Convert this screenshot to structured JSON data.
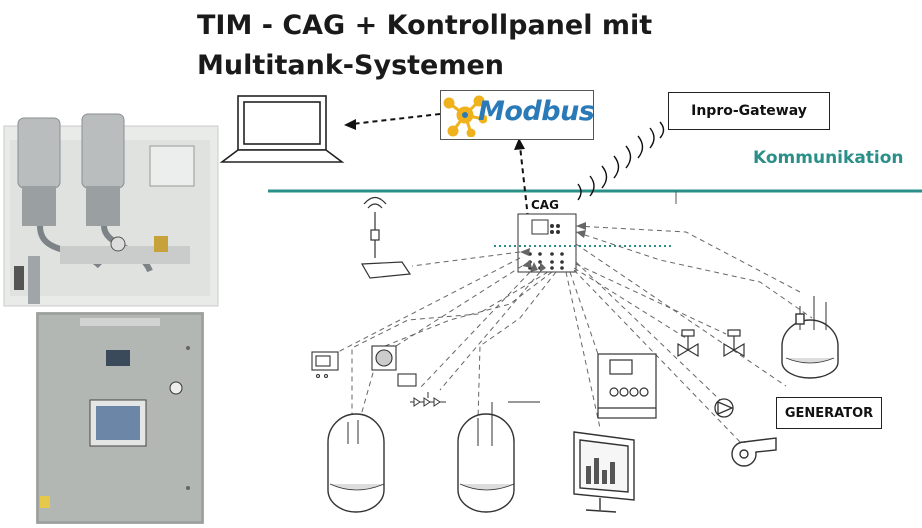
{
  "title": {
    "line1": "TIM - CAG + Kontrollpanel mit",
    "line2": "Multitank-Systemen"
  },
  "labels": {
    "modbus": "Modbus",
    "inpro_gateway": "Inpro-Gateway",
    "kommunikation": "Kommunikation",
    "cag": "CAG",
    "generator": "GENERATOR"
  },
  "colors": {
    "teal": "#2a8f88",
    "modbus_blue": "#2a7ab8",
    "modbus_logo": "#f0b21c",
    "panel_grey": "#a7aba8"
  },
  "icons": [
    "laptop-icon",
    "modbus-logo-icon",
    "wifi-signal-icon",
    "antenna-router-icon",
    "tank-icon",
    "valve-icon",
    "pump-icon",
    "blower-icon",
    "monitor-chart-icon",
    "sensor-icon"
  ]
}
